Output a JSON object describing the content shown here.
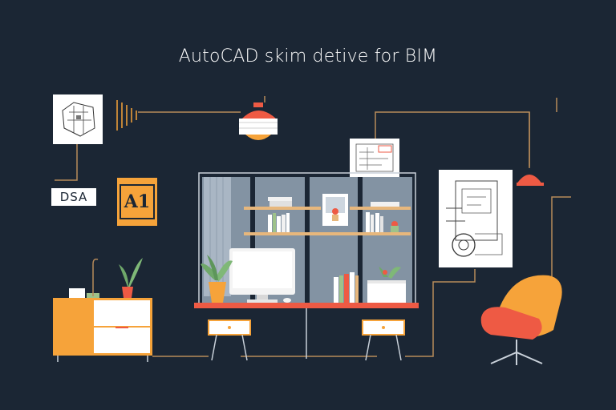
{
  "title": "AutoCAD skim detive for BIM",
  "label_box": "DSA",
  "app_icon_text": "A1",
  "colors": {
    "background": "#1b2634",
    "accent_orange": "#f6a33a",
    "accent_red": "#ee5a44",
    "line_tan": "#b88b5a",
    "window_glass": "#8393a3",
    "shelf_wood": "#e7b77c",
    "white": "#ffffff"
  },
  "icons": [
    "floor-plan-icon",
    "sound-wave-icon",
    "pendant-lamp-icon",
    "app-icon",
    "blueprint-frame-icon",
    "machine-drawing-icon",
    "lounge-chair-icon",
    "monitor-icon",
    "plant-icon"
  ]
}
